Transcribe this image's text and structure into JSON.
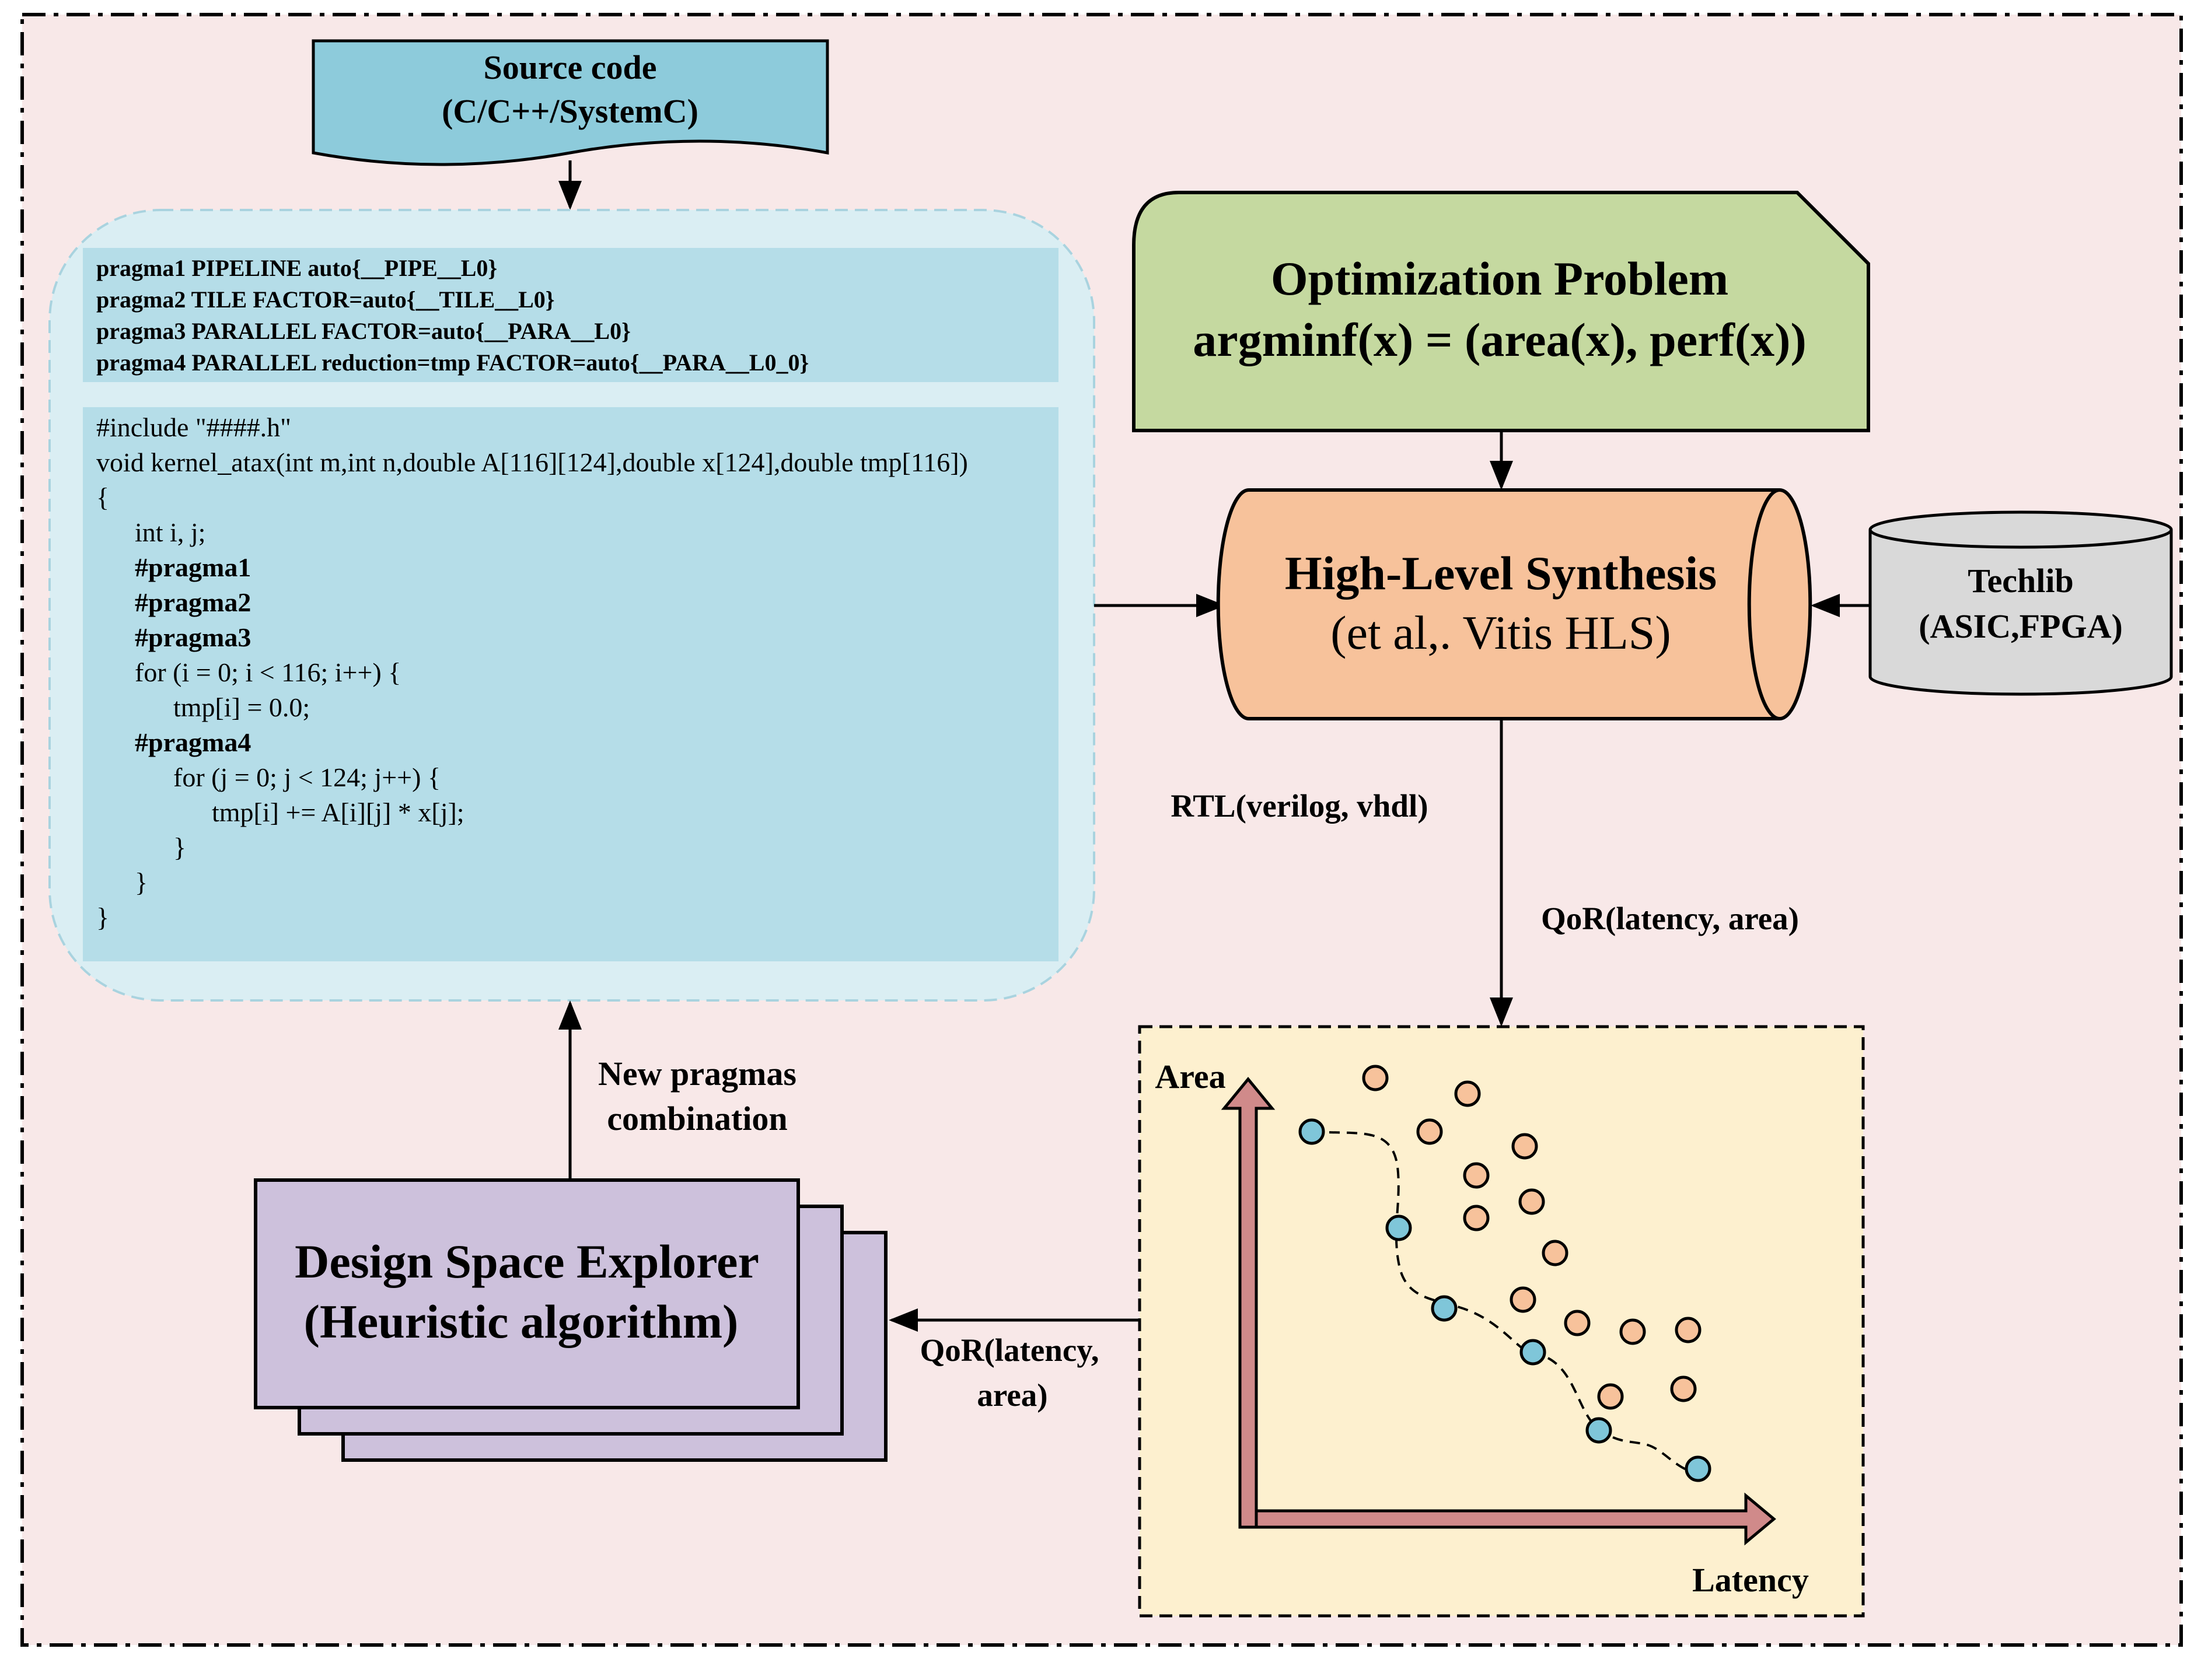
{
  "source_code": {
    "title": "Source code",
    "subtitle": "(C/C++/SystemC)"
  },
  "pragma_header": [
    "pragma1 PIPELINE auto{__PIPE__L0}",
    "pragma2 TILE FACTOR=auto{__TILE__L0}",
    "pragma3 PARALLEL  FACTOR=auto{__PARA__L0}",
    "pragma4 PARALLEL  reduction=tmp  FACTOR=auto{__PARA__L0_0}"
  ],
  "code_lines": [
    {
      "text": "#include \"####.h\"",
      "indent": 0,
      "bold": false
    },
    {
      "text": "void kernel_atax(int m,int n,double A[116][124],double x[124],double tmp[116])",
      "indent": 0,
      "bold": false
    },
    {
      "text": "{",
      "indent": 0,
      "bold": false
    },
    {
      "text": "int i, j;",
      "indent": 1,
      "bold": false
    },
    {
      "text": "#pragma1",
      "indent": 1,
      "bold": true
    },
    {
      "text": "#pragma2",
      "indent": 1,
      "bold": true
    },
    {
      "text": "#pragma3",
      "indent": 1,
      "bold": true
    },
    {
      "text": "for (i = 0; i < 116; i++) {",
      "indent": 1,
      "bold": false
    },
    {
      "text": "tmp[i] = 0.0;",
      "indent": 2,
      "bold": false
    },
    {
      "text": "#pragma4",
      "indent": 1,
      "bold": true
    },
    {
      "text": "for (j = 0; j < 124; j++) {",
      "indent": 2,
      "bold": false
    },
    {
      "text": "tmp[i] += A[i][j] * x[j];",
      "indent": 3,
      "bold": false
    },
    {
      "text": "}",
      "indent": 2,
      "bold": false
    },
    {
      "text": "}",
      "indent": 1,
      "bold": false
    },
    {
      "text": "}",
      "indent": 0,
      "bold": false
    }
  ],
  "optimization": {
    "title": "Optimization Problem",
    "formula": "argminf(x) = (area(x), perf(x))"
  },
  "hls": {
    "title": "High-Level Synthesis",
    "subtitle": "(et al,. Vitis HLS)"
  },
  "techlib": {
    "title": "Techlib",
    "subtitle": "(ASIC,FPGA)"
  },
  "labels": {
    "rtl": "RTL(verilog, vhdl)",
    "qor_right": "QoR(latency, area)",
    "qor_left_1": "QoR(latency,",
    "qor_left_2": "area)",
    "new_pragmas_1": "New pragmas",
    "new_pragmas_2": "combination"
  },
  "dse": {
    "title": "Design Space Explorer",
    "subtitle": "(Heuristic algorithm)"
  },
  "scatter": {
    "y_label": "Area",
    "x_label": "Latency",
    "pareto_color": "#7fc6d9",
    "other_color": "#f7c29b"
  },
  "colors": {
    "background": "#f8e8e8",
    "source_fill": "#8dcbdb",
    "code_panel": "#b5dde8",
    "code_outer": "#daeef3",
    "optimization_fill": "#c5d9a0",
    "hls_fill": "#f7c29b",
    "techlib_fill": "#d9d9d9",
    "dse_fill": "#cdc1dc",
    "scatter_fill": "#fdf0cf",
    "axis_fill": "#d08a8a"
  }
}
